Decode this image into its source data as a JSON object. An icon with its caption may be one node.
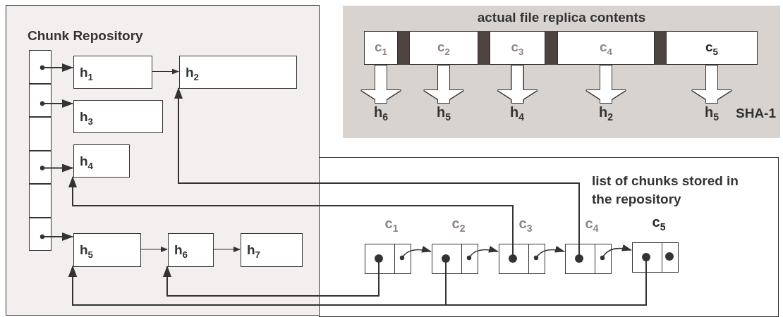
{
  "diagram": {
    "nodes": [
      {
        "text": [
          "Chunk Repository"
        ]
      },
      {
        "text": [],
        "shape": "box",
        "in": 0
      },
      {
        "text": [],
        "shape": "box",
        "in": 0
      },
      {
        "text": [],
        "shape": "box",
        "in": 0
      },
      {
        "text": [],
        "shape": "box",
        "in": 0
      },
      {
        "text": [],
        "shape": "box",
        "in": 0
      },
      {
        "text": [],
        "shape": "box",
        "in": 0
      },
      {
        "text": [
          "h$_{1}$"
        ],
        "in": 0
      },
      {
        "text": [
          "h$_{2}$"
        ],
        "in": 0
      },
      {
        "text": [
          "h$_{3}$"
        ],
        "in": 0
      },
      {
        "text": [
          "h$_{4}$"
        ],
        "in": 0
      },
      {
        "text": [
          "h$_{5}$"
        ],
        "in": 0
      },
      {
        "text": [
          "h$_{6}$"
        ],
        "in": 0
      },
      {
        "text": [
          "h$_{7}$"
        ],
        "in": 0
      },
      {
        "text": [
          "actual file replica contents"
        ]
      },
      {
        "text": [
          "c$_{1}$"
        ],
        "in": 14
      },
      {
        "text": [
          "c$_{2}$"
        ],
        "in": 14
      },
      {
        "text": [
          "c$_{3}$"
        ],
        "in": 14
      },
      {
        "text": [
          "c$_{4}$"
        ],
        "in": 14
      },
      {
        "text": [
          "c$_{5}$"
        ],
        "in": 14
      },
      {
        "text": [
          "h$_{6}$"
        ],
        "in": 14
      },
      {
        "text": [
          "h$_{5}$"
        ],
        "in": 14
      },
      {
        "text": [
          "h$_{4}$"
        ],
        "in": 14
      },
      {
        "text": [
          "h$_{2}$"
        ],
        "in": 14
      },
      {
        "text": [
          "h$_{5}$"
        ],
        "in": 14
      },
      {
        "text": [
          "list of chunks stored in the repository"
        ]
      },
      {
        "text": [
          "c$_{1}$"
        ],
        "in": 25
      },
      {
        "text": [
          "c$_{2}$"
        ],
        "in": 25
      },
      {
        "text": [
          "c$_{3}$"
        ],
        "in": 25
      },
      {
        "text": [
          "c$_{4}$"
        ],
        "in": 25
      },
      {
        "text": [
          "c$_{5}$"
        ],
        "in": 25
      }
    ],
    "edges": [
      {
        "from": 1,
        "to": 7,
        "arrow": "to"
      },
      {
        "from": 2,
        "to": 9,
        "arrow": "to"
      },
      {
        "from": 4,
        "to": 10,
        "arrow": "to"
      },
      {
        "from": 6,
        "to": 11,
        "arrow": "to"
      },
      {
        "from": 7,
        "to": 8,
        "arrow": "to"
      },
      {
        "from": 11,
        "to": 12,
        "arrow": "to"
      },
      {
        "from": 12,
        "to": 13,
        "arrow": "to"
      },
      {
        "from": 15,
        "to": 20,
        "arrow": "to",
        "style": "thick",
        "color": "#ffffff"
      },
      {
        "from": 16,
        "to": 21,
        "arrow": "to",
        "style": "thick",
        "color": "#ffffff"
      },
      {
        "from": 17,
        "to": 22,
        "arrow": "to",
        "style": "thick",
        "color": "#ffffff"
      },
      {
        "from": 18,
        "to": 23,
        "arrow": "to",
        "style": "thick",
        "color": "#ffffff"
      },
      {
        "from": 19,
        "to": 24,
        "arrow": "to",
        "style": "thick",
        "color": "#ffffff"
      },
      {
        "from": 26,
        "to": 27,
        "arrow": "to"
      },
      {
        "from": 27,
        "to": 28,
        "arrow": "to"
      },
      {
        "from": 28,
        "to": 29,
        "arrow": "to"
      },
      {
        "from": 29,
        "to": 30,
        "arrow": "to"
      },
      {
        "from": 26,
        "to": 12,
        "arrow": "to"
      },
      {
        "from": 27,
        "to": 11,
        "arrow": "to"
      },
      {
        "from": 28,
        "to": 10,
        "arrow": "to"
      },
      {
        "from": 29,
        "to": 8,
        "arrow": "to"
      },
      {
        "from": 30,
        "to": 11,
        "arrow": "to"
      }
    ],
    "labels": [
      "SHA-1"
    ]
  }
}
